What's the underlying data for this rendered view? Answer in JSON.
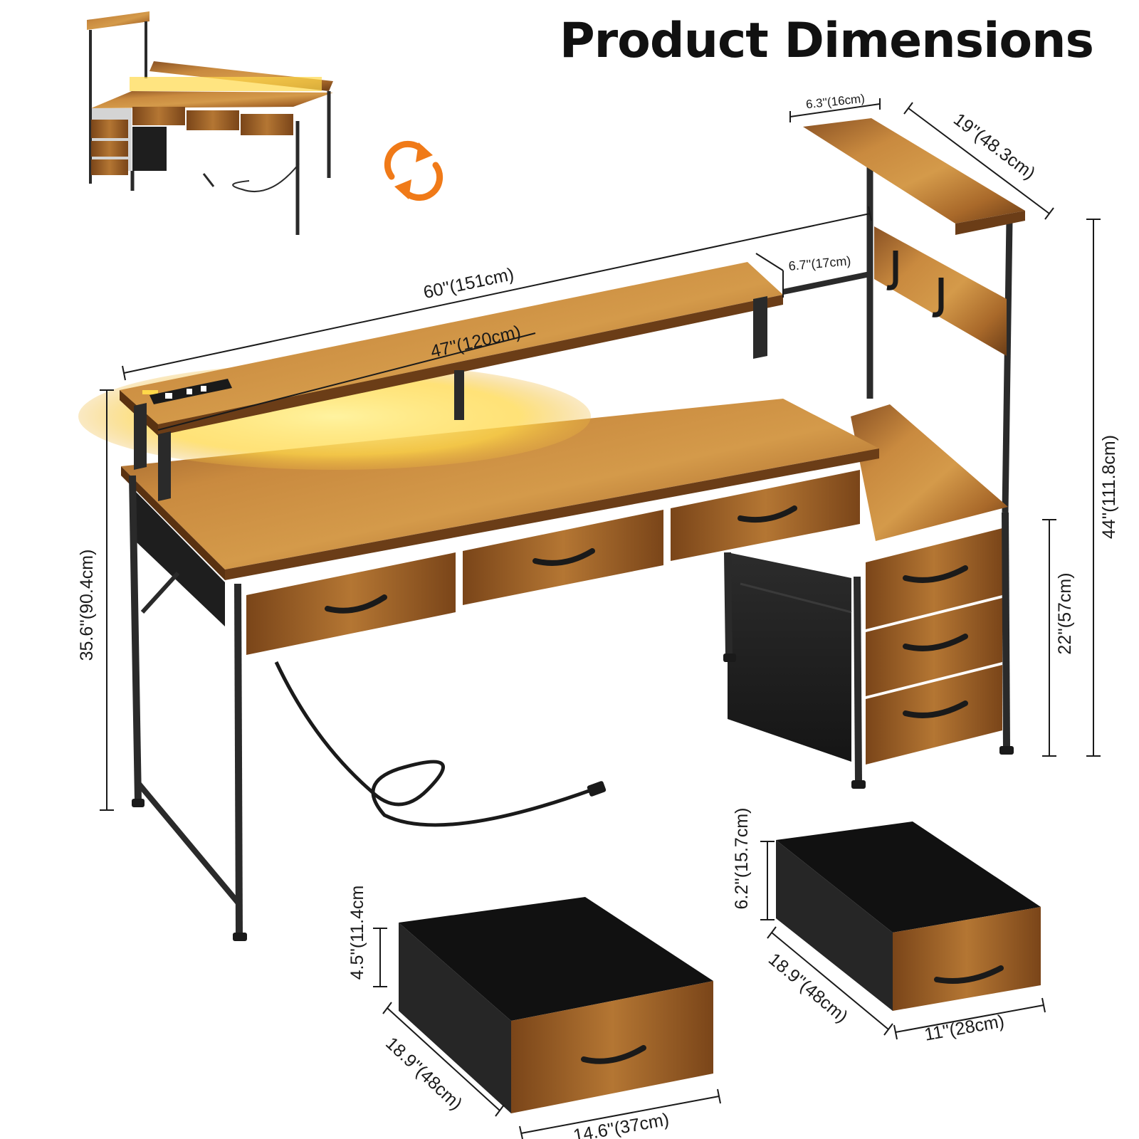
{
  "title": "Product Dimensions",
  "colors": {
    "wood_light": "#c98a3f",
    "wood_mid": "#a9692a",
    "wood_dark": "#6b3d17",
    "metal": "#2a2a2a",
    "fabric": "#1e1e1e",
    "led": "#ffd84a",
    "rotate_icon": "#f07a18"
  },
  "icons": {
    "rotate": "rotate-arrows-icon"
  },
  "dimensions": {
    "desk_width": "60''(151cm)",
    "monitor_stand_width": "47''(120cm)",
    "monitor_stand_depth": "6.7''(17cm)",
    "top_shelf_depth": "6.3''(16cm)",
    "top_shelf_width": "19''(48.3cm)",
    "total_height": "44''(111.8cm)",
    "desk_height": "35.6''(90.4cm)",
    "drawer_unit_height": "22''(57cm)",
    "small_drawer_height": "4.5''(11.4cm",
    "small_drawer_depth": "18.9''(48cm)",
    "small_drawer_width": "14.6''(37cm)",
    "large_drawer_height": "6.2''(15.7cm)",
    "large_drawer_depth": "18.9''(48cm)",
    "large_drawer_width": "11''(28cm)"
  }
}
